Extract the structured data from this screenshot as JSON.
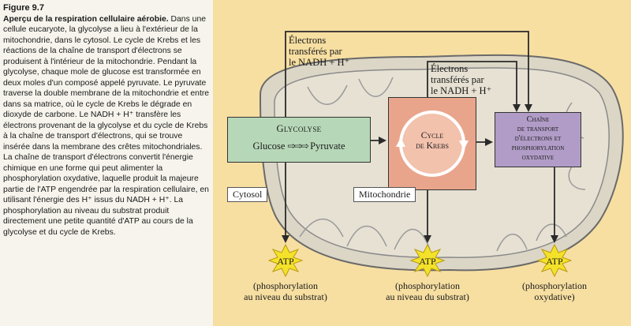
{
  "caption": {
    "fig_label": "Figure 9.7",
    "title": "Aperçu de la respiration cellulaire aérobie.",
    "body": "Dans une cellule eucaryote, la glycolyse a lieu à l'extérieur de la mitochondrie, dans le cytosol. Le cycle de Krebs et les réactions de la chaîne de transport d'électrons se produisent à l'intérieur de la mitochondrie. Pendant la glycolyse, chaque mole de glucose est transformée en deux moles d'un composé appelé pyruvate. Le pyruvate traverse la double membrane de la mitochondrie et entre dans sa matrice, où le cycle de Krebs le dégrade en dioxyde de carbone. Le NADH + H⁺ transfère les électrons provenant de la glycolyse et du cycle de Krebs à la chaîne de transport d'électrons, qui se trouve insérée dans la membrane des crêtes mitochondriales. La chaîne de transport d'électrons convertit l'énergie chimique en une forme qui peut alimenter la phosphorylation oxydative, laquelle produit la majeure partie de l'ATP engendrée par la respiration cellulaire, en utilisant l'énergie des H⁺ issus du NADH + H⁺. La phosphorylation au niveau du substrat produit directement une petite quantité d'ATP au cours de la glycolyse et du cycle de Krebs."
  },
  "diagram": {
    "electrons_outer": [
      "Électrons",
      "transférés par",
      "le NADH + H⁺"
    ],
    "electrons_inner": [
      "Électrons",
      "transférés par",
      "le NADH + H⁺"
    ],
    "glycolyse": {
      "title": "Glycolyse",
      "glucose": "Glucose",
      "pyruvate": "Pyruvate"
    },
    "krebs": [
      "Cycle",
      "de Krebs"
    ],
    "chain": [
      "Chaîne",
      "de transport",
      "d'électrons et",
      "phosphorylation",
      "oxydative"
    ],
    "cytosol": "Cytosol",
    "mitochondrie": "Mitochondrie",
    "atp": [
      "ATP",
      "ATP",
      "ATP"
    ],
    "atp_notes": [
      [
        "(phosphorylation",
        "au niveau du substrat)"
      ],
      [
        "(phosphorylation",
        "au niveau du substrat)"
      ],
      [
        "(phosphorylation",
        "oxydative)"
      ]
    ],
    "colors": {
      "background": "#f7dfa2",
      "glycolyse_box": "#b7d8b8",
      "krebs_box": "#e9a58c",
      "chain_box": "#b19cc7",
      "mitochondrion": "#dcd6c6",
      "atp_star": "#f4e22a"
    }
  }
}
